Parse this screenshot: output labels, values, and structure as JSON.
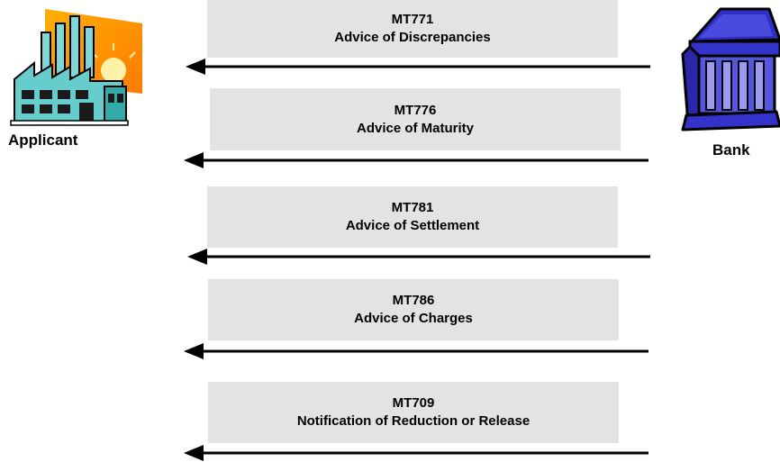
{
  "actors": {
    "applicant": {
      "label": "Applicant",
      "icon": "factory-icon"
    },
    "bank": {
      "label": "Bank",
      "icon": "bank-building-icon"
    }
  },
  "messages": [
    {
      "code": "MT771",
      "description": "Advice of Discrepancies"
    },
    {
      "code": "MT776",
      "description": "Advice of Maturity"
    },
    {
      "code": "MT781",
      "description": "Advice of Settlement"
    },
    {
      "code": "MT786",
      "description": "Advice of Charges"
    },
    {
      "code": "MT709",
      "description": "Notification of Reduction or Release"
    }
  ],
  "colors": {
    "message_box": "#e3e3e3",
    "arrow": "#000000",
    "bank_fill": "#3333cc",
    "factory_wall": "#66cccc",
    "factory_bg": "#ff9900"
  }
}
